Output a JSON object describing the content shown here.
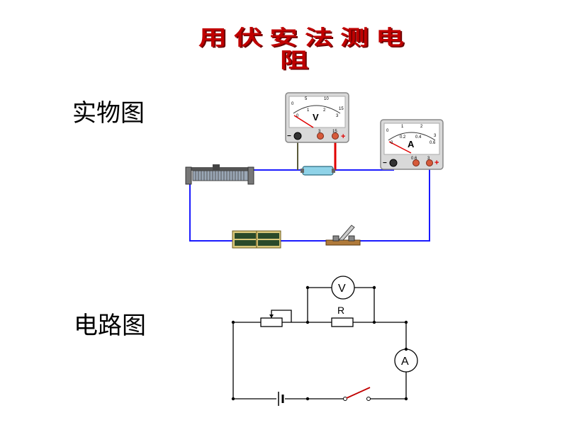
{
  "title_line1": "用伏安法测电",
  "title_line2": "阻",
  "label_physical": "实物图",
  "label_circuit": "电路图",
  "voltmeter": {
    "letter": "V",
    "scale_top": [
      "0",
      "5",
      "10",
      "15"
    ],
    "scale_bottom": [
      "0",
      "1",
      "2",
      "3"
    ],
    "term_minus": "−",
    "term_3": "3",
    "term_15": "15",
    "term_plus": "+"
  },
  "ammeter": {
    "letter": "A",
    "scale_top": [
      "0",
      "1",
      "2",
      "3"
    ],
    "scale_bottom": [
      "0",
      "0.2",
      "0.4",
      "0.6"
    ],
    "term_minus": "−",
    "term_06": "0.6",
    "term_3": "3",
    "term_plus": "+"
  },
  "schematic": {
    "voltmeter_symbol": "V",
    "resistor_label": "R",
    "ammeter_symbol": "A"
  },
  "colors": {
    "title": "#c00000",
    "wire_blue": "#1a1aff",
    "wire_red": "#e00000",
    "meter_case": "#d9d9d9"
  }
}
